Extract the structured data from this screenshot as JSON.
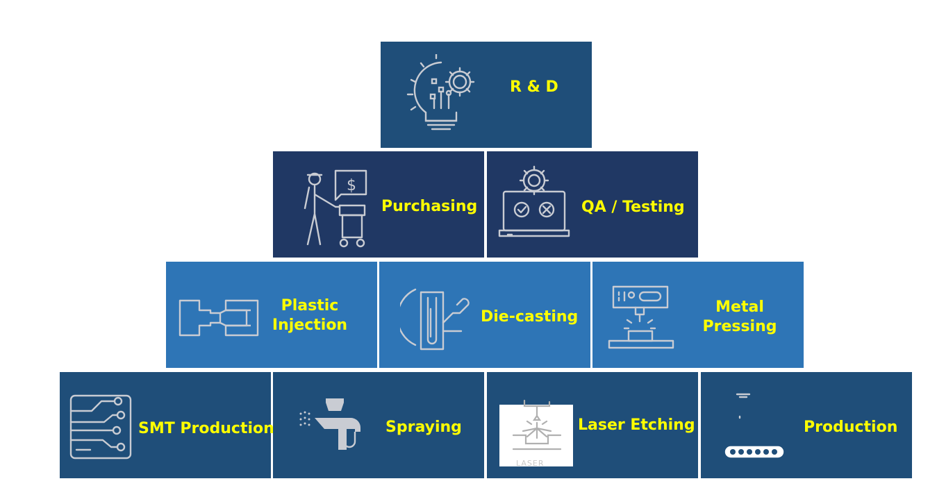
{
  "tiles": {
    "rd": "R & D",
    "purchasing": "Purchasing",
    "qa": "QA / Testing",
    "plastic_line1": "Plastic",
    "plastic_line2": "Injection",
    "diecasting": "Die-casting",
    "metal_line1": "Metal",
    "metal_line2": "Pressing",
    "smt": "SMT Production",
    "spraying": "Spraying",
    "laser": "Laser Etching",
    "laser_icon_caption": "LASER",
    "production": "Production"
  },
  "colors": {
    "label": "#ffff00",
    "top_row": "#1f4e79",
    "second_row": "#203864",
    "third_row": "#2e75b6",
    "bottom_row": "#1f4e79",
    "icon_stroke": "#c9ccd3"
  },
  "icons": {
    "rd": "lightbulb-gear-icon",
    "purchasing": "worker-cart-dollar-icon",
    "qa": "laptop-gear-check-icon",
    "plastic": "injection-mold-icon",
    "diecasting": "die-casting-ladle-icon",
    "metal": "press-machine-icon",
    "smt": "circuit-board-icon",
    "spraying": "spray-gun-icon",
    "laser": "laser-cutting-icon",
    "production": "conveyor-icon"
  }
}
